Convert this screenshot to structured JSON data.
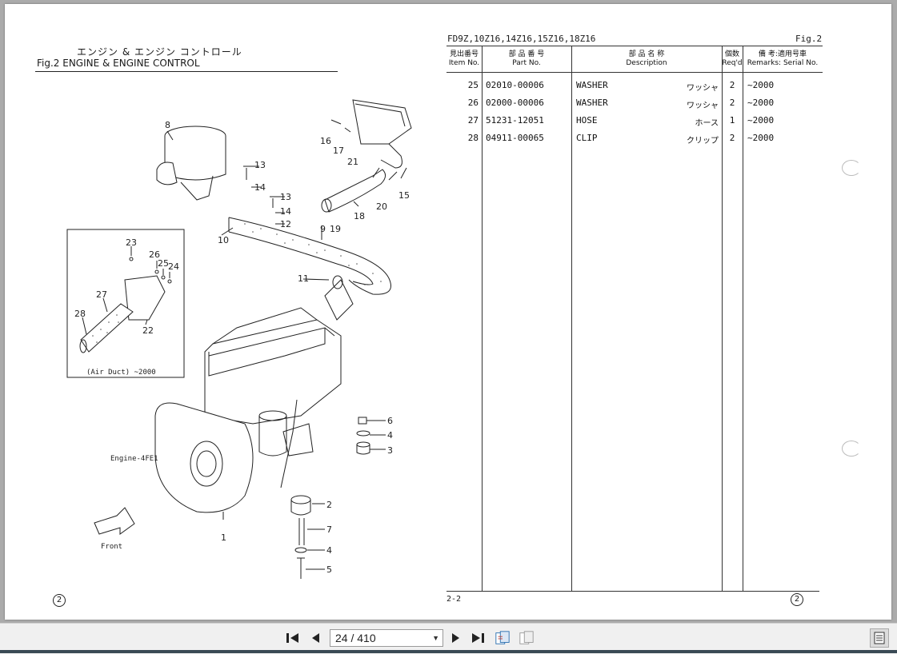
{
  "document": {
    "header_jp": "エンジン & エンジン コントロール",
    "header_en": "Fig.2  ENGINE & ENGINE CONTROL",
    "page_circle": "2",
    "engine_label": "Engine-4FE1",
    "front_label": "Front",
    "air_duct_label": "(Air Duct)  ~2000",
    "callouts": [
      "1",
      "2",
      "3",
      "4",
      "5",
      "6",
      "7",
      "8",
      "9",
      "10",
      "11",
      "12",
      "13",
      "14",
      "15",
      "16",
      "17",
      "18",
      "19",
      "20",
      "21",
      "22",
      "23",
      "24",
      "25",
      "26",
      "27",
      "28"
    ]
  },
  "parts_table": {
    "models": "FD9Z,10Z16,14Z16,15Z16,18Z16",
    "fig": "Fig.2",
    "headers": {
      "item_jp": "見出番号",
      "item_en": "Item No.",
      "part_jp": "部 品 番 号",
      "part_en": "Part No.",
      "desc_jp": "部  品  名  称",
      "desc_en": "Description",
      "req_jp": "個数",
      "req_en": "Req'd",
      "remarks_jp": "備 考:適用号車",
      "remarks_en": "Remarks: Serial No."
    },
    "rows": [
      {
        "item": "25",
        "part": "02010-00006",
        "desc": "WASHER",
        "desc_jp": "ワッシャ",
        "qty": "2",
        "remarks": "~2000"
      },
      {
        "item": "26",
        "part": "02000-00006",
        "desc": "WASHER",
        "desc_jp": "ワッシャ",
        "qty": "2",
        "remarks": "~2000"
      },
      {
        "item": "27",
        "part": "51231-12051",
        "desc": "HOSE",
        "desc_jp": "ホース",
        "qty": "1",
        "remarks": "~2000"
      },
      {
        "item": "28",
        "part": "04911-00065",
        "desc": "CLIP",
        "desc_jp": "クリップ",
        "qty": "2",
        "remarks": "~2000"
      }
    ],
    "footer_page": "2-2",
    "footer_circle": "2"
  },
  "toolbar": {
    "page_value": "24 / 410",
    "icons": [
      "first-page-icon",
      "prev-page-icon",
      "next-page-icon",
      "last-page-icon",
      "single-page-view-icon",
      "two-page-view-icon",
      "document-properties-icon"
    ]
  }
}
